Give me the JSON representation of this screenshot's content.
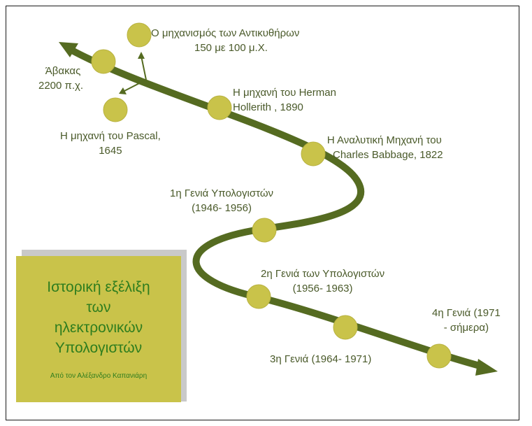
{
  "colors": {
    "curve": "#556b21",
    "node": "#c9c34a",
    "node_stroke": "#b8b240",
    "label_text": "#4a5a2a",
    "title_box": "#c9c34a",
    "title_text": "#2e7d1e"
  },
  "title_box": {
    "main": "Ιστορική εξέλιξη\nτων\nηλεκτρονικών\nΥπολογιστών",
    "subtitle": "Από τον Αλέξανδρο Καπανιάρη"
  },
  "milestones": [
    {
      "id": "antikythera",
      "line1": "Ο μηχανισμός των Αντικυθήρων",
      "line2": "150 με 100 μ.Χ."
    },
    {
      "id": "abacus",
      "line1": "Άβακας",
      "line2": "2200 π.χ."
    },
    {
      "id": "pascal",
      "line1": "Η μηχανή του Pascal,",
      "line2": "1645"
    },
    {
      "id": "hollerith",
      "line1": "Η μηχανή του Herman",
      "line2": "Hollerith , 1890"
    },
    {
      "id": "babbage",
      "line1": "Η Αναλυτική Μηχανή του",
      "line2": "Charles Babbage, 1822"
    },
    {
      "id": "gen1",
      "line1": "1η Γενιά Υπολογιστών",
      "line2": "(1946- 1956)"
    },
    {
      "id": "gen2",
      "line1": "2η Γενιά των Υπολογιστών",
      "line2": "(1956- 1963)"
    },
    {
      "id": "gen3",
      "line1": "3η Γενιά (1964- 1971)",
      "line2": ""
    },
    {
      "id": "gen4",
      "line1": "4η Γενιά (1971",
      "line2": "- σήμερα)"
    }
  ]
}
